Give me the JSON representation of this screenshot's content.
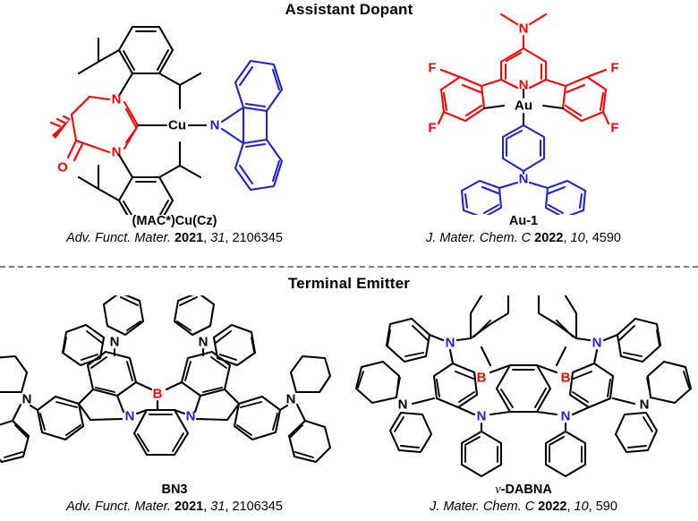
{
  "figure": {
    "sections": [
      {
        "id": "assistant",
        "title": "Assistant Dopant"
      },
      {
        "id": "terminal",
        "title": "Terminal Emitter"
      }
    ],
    "divider": {
      "style": "dashed",
      "color": "#7c7c86"
    }
  },
  "molecules": [
    {
      "id": "mac-cu-cz",
      "section": "assistant",
      "name": "(MAC*)Cu(Cz)",
      "reference": {
        "journal": "Adv. Funct. Mater.",
        "year": "2021",
        "volume": "31",
        "page": "2106345"
      },
      "atom_labels": [
        "N",
        "N",
        "O",
        "Cu",
        "N"
      ],
      "colors": {
        "ligand": "#ff0000",
        "carbazole": "#2222cc",
        "metal": "#000000"
      }
    },
    {
      "id": "au-1",
      "section": "assistant",
      "name": "Au-1",
      "reference": {
        "journal": "J. Mater. Chem. C",
        "year": "2022",
        "volume": "10",
        "page": "4590"
      },
      "atom_labels": [
        "N",
        "F",
        "F",
        "F",
        "F",
        "Au",
        "N"
      ],
      "colors": {
        "pincer": "#ff0000",
        "amine": "#2222cc",
        "metal": "#000000"
      }
    },
    {
      "id": "bn3",
      "section": "terminal",
      "name": "BN3",
      "reference": {
        "journal": "Adv. Funct. Mater.",
        "year": "2021",
        "volume": "31",
        "page": "2106345"
      },
      "atom_labels": [
        "B",
        "N",
        "N",
        "N",
        "N",
        "N",
        "N"
      ],
      "colors": {
        "boron": "#ff0000",
        "nitrogen": "#2222cc",
        "carbon": "#000000"
      }
    },
    {
      "id": "nu-dabna",
      "section": "terminal",
      "name_prefix": "ν",
      "name_suffix": "-DABNA",
      "name": "ν-DABNA",
      "reference": {
        "journal": "J. Mater. Chem. C",
        "year": "2022",
        "volume": "10",
        "page": "590"
      },
      "atom_labels": [
        "B",
        "B",
        "N",
        "N",
        "N",
        "N"
      ],
      "colors": {
        "boron": "#ff0000",
        "nitrogen": "#2222cc",
        "carbon": "#000000"
      }
    }
  ],
  "separators": {
    "comma": ",",
    "space": " "
  }
}
